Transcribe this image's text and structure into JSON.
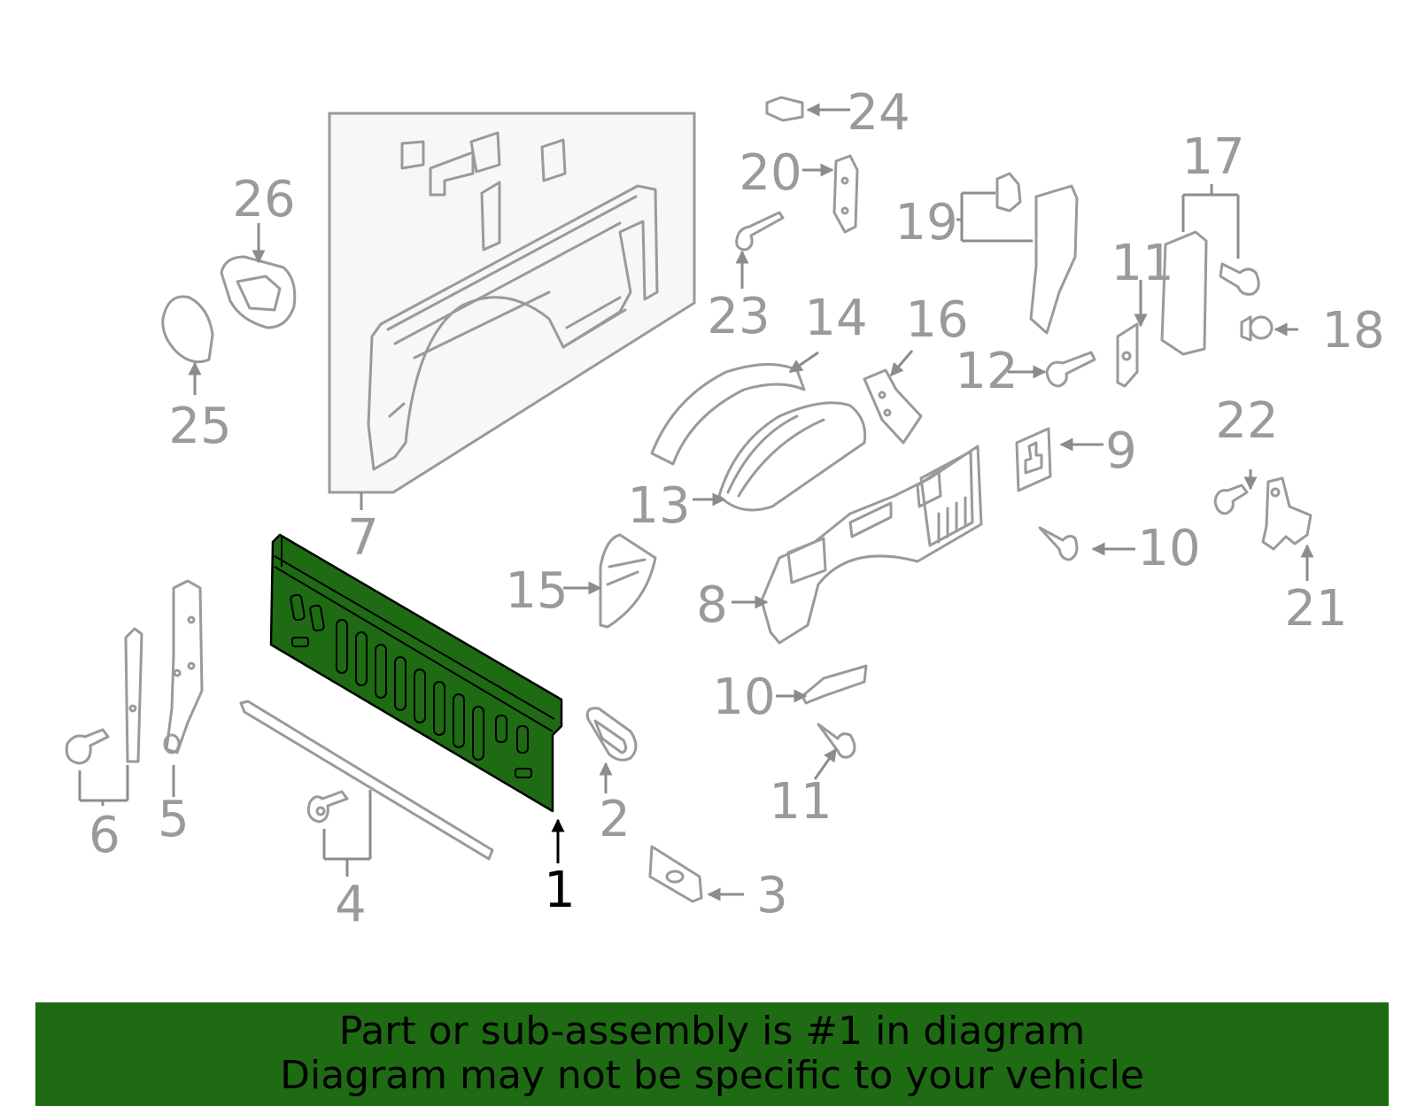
{
  "callouts": {
    "c1": "1",
    "c2": "2",
    "c3": "3",
    "c4": "4",
    "c5": "5",
    "c6": "6",
    "c7": "7",
    "c8": "8",
    "c9": "9",
    "c10a": "10",
    "c10b": "10",
    "c11a": "11",
    "c11b": "11",
    "c12": "12",
    "c13": "13",
    "c14": "14",
    "c15": "15",
    "c16": "16",
    "c17": "17",
    "c18": "18",
    "c19": "19",
    "c20": "20",
    "c21": "21",
    "c22": "22",
    "c23": "23",
    "c24": "24",
    "c25": "25",
    "c26": "26"
  },
  "highlighted_part": "1",
  "colors": {
    "highlight_fill": "#1e6b14",
    "part_stroke": "#9a9a9a",
    "banner_bg": "#1e6b14"
  },
  "banner": {
    "line1": "Part or sub-assembly is #1 in diagram",
    "line2": "Diagram may not be specific to your vehicle"
  }
}
